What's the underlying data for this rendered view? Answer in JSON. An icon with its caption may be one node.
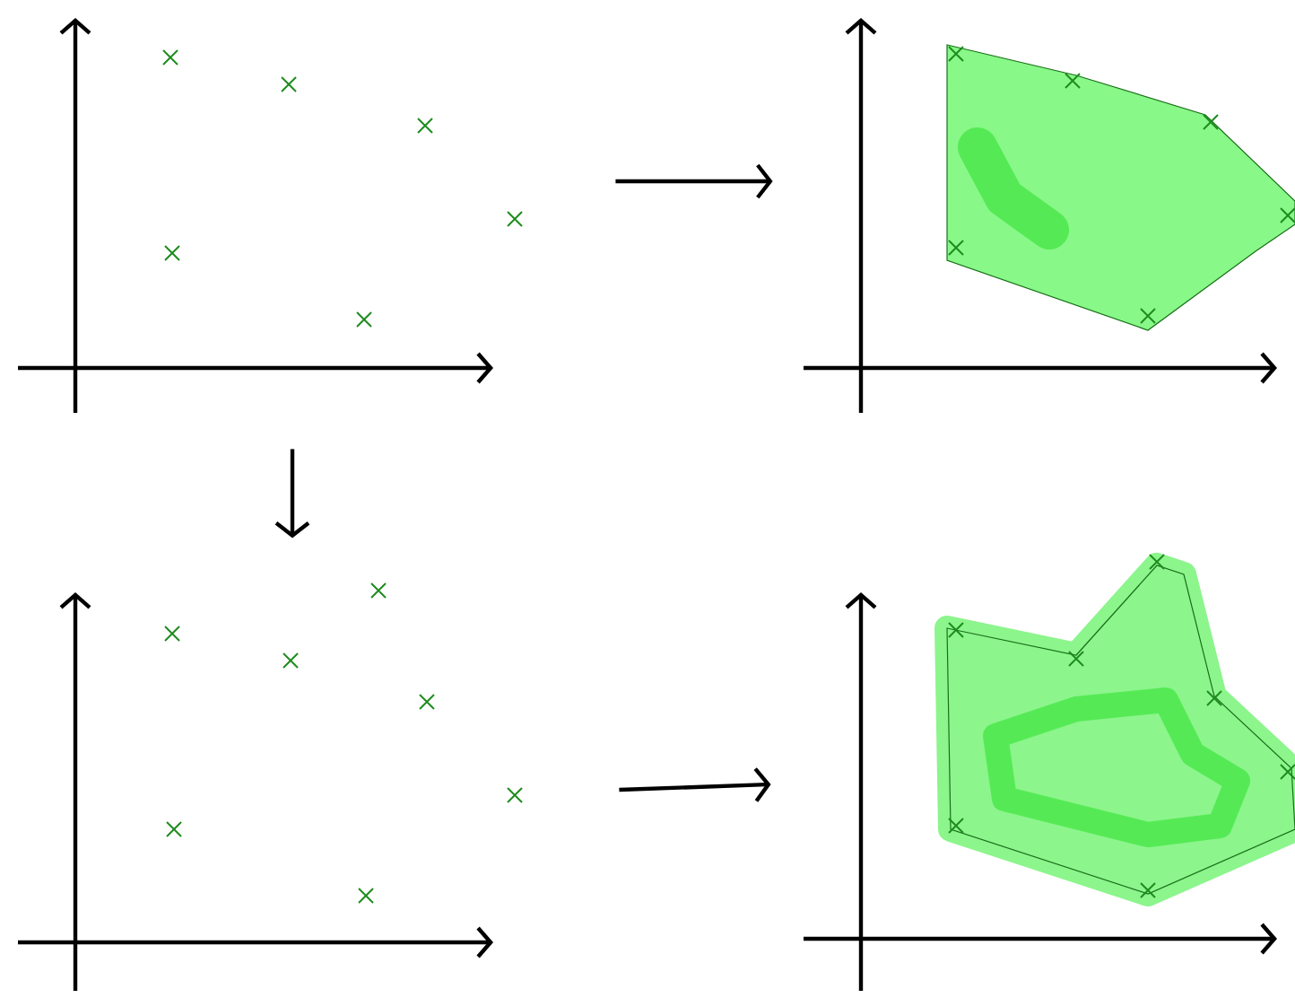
{
  "diagram": {
    "nodes": [
      {
        "text": [],
        "shape": "picture"
      },
      {
        "text": [],
        "shape": "picture"
      },
      {
        "text": [],
        "shape": "picture"
      },
      {
        "text": [],
        "shape": "picture"
      }
    ],
    "edges": [
      {
        "from": 0,
        "to": 1,
        "arrow": "to"
      },
      {
        "from": 0,
        "to": 2,
        "arrow": "to"
      },
      {
        "from": 2,
        "to": 3,
        "arrow": "to"
      }
    ]
  }
}
